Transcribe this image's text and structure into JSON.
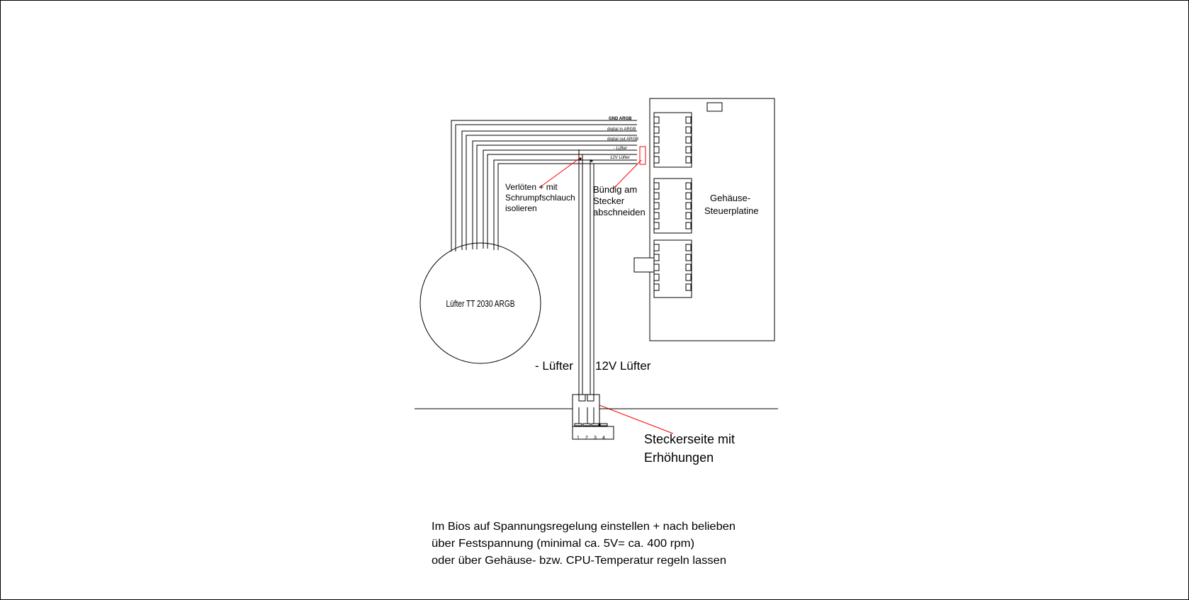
{
  "colors": {
    "line": "#000000",
    "accent": "#ff0000",
    "background": "#ffffff"
  },
  "fan": {
    "label": "Lüfter TT 2030 ARGB"
  },
  "board": {
    "label_line1": "Gehäuse-",
    "label_line2": "Steuerplatine"
  },
  "wires": [
    {
      "label": "GND ARGB"
    },
    {
      "label": "digital in ARGB"
    },
    {
      "label": "digital out ARGB"
    },
    {
      "label": "- Lüfter"
    },
    {
      "label": "12V Lüfter"
    }
  ],
  "annotations": {
    "solder": [
      "Verlöten + mit",
      "Schrumpfschlauch",
      "isolieren"
    ],
    "flush_cut": [
      "Bündig am",
      "Stecker",
      "abschneiden"
    ],
    "minus_fan": "- Lüfter",
    "plus_fan": "12V Lüfter",
    "plug_side": [
      "Steckerseite mit",
      "Erhöhungen"
    ]
  },
  "connector": {
    "pins": [
      "1",
      "2",
      "3",
      "4"
    ]
  },
  "bios_note": [
    "Im Bios auf Spannungsregelung einstellen + nach belieben",
    "über Festspannung (minimal ca. 5V= ca. 400 rpm)",
    "oder über Gehäuse- bzw. CPU-Temperatur regeln lassen"
  ]
}
